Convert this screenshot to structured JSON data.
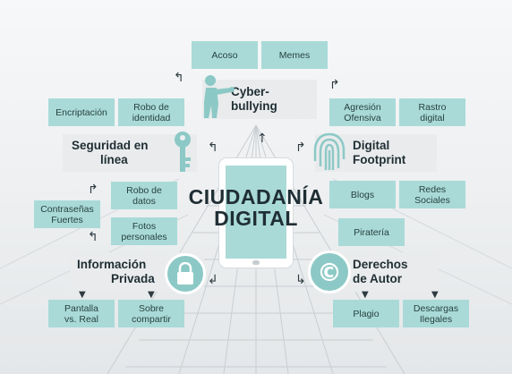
{
  "center": {
    "line1": "CIUDADANÍA",
    "line2": "DIGITAL"
  },
  "cyberbullying": {
    "title_line1": "Cyber-",
    "title_line2": "bullying",
    "items": [
      "Acoso",
      "Memes"
    ]
  },
  "seguridad": {
    "title_line1": "Seguridad en",
    "title_line2": "línea",
    "items": [
      "Encriptación",
      "Robo de identidad",
      "Robo de datos",
      "Contraseñas Fuertes"
    ]
  },
  "footprint": {
    "title_line1": "Digital",
    "title_line2": "Footprint",
    "items": [
      "Agresión Ofensiva",
      "Rastro digital",
      "Blogs",
      "Redes Sociales"
    ]
  },
  "privada": {
    "title_line1": "Información",
    "title_line2": "Privada",
    "items": [
      "Fotos personales",
      "Pantalla vs. Real",
      "Sobre compartir"
    ]
  },
  "autor": {
    "title_line1": "Derechos",
    "title_line2": "de Autor",
    "items": [
      "Piratería",
      "Plagio",
      "Descargas Ilegales"
    ]
  },
  "colors": {
    "accent": "#a9dad8",
    "icon": "#8cc9c6",
    "dark": "#1f2e34"
  }
}
